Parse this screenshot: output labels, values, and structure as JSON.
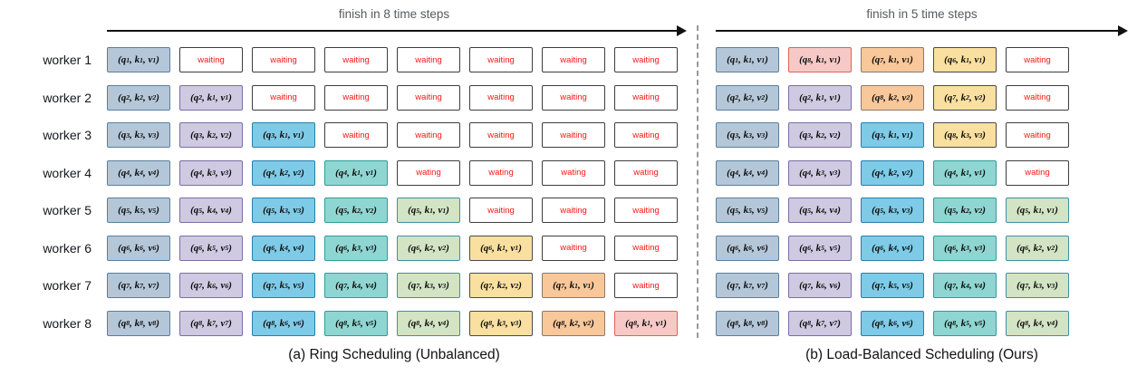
{
  "panels": [
    {
      "id": "ring",
      "header": "finish in 8 time steps",
      "caption": "(a) Ring Scheduling (Unbalanced)",
      "columns": 8,
      "rows": [
        {
          "worker": "worker 1",
          "cells": [
            {
              "text": "(q1, k1, v1)",
              "q": 1,
              "k": 1,
              "v": 1,
              "step": 1,
              "waiting": false
            },
            {
              "text": "waiting",
              "step": 0,
              "waiting": true
            },
            {
              "text": "waiting",
              "step": 0,
              "waiting": true
            },
            {
              "text": "waiting",
              "step": 0,
              "waiting": true
            },
            {
              "text": "waiting",
              "step": 0,
              "waiting": true
            },
            {
              "text": "waiting",
              "step": 0,
              "waiting": true
            },
            {
              "text": "waiting",
              "step": 0,
              "waiting": true
            },
            {
              "text": "waiting",
              "step": 0,
              "waiting": true
            }
          ]
        },
        {
          "worker": "worker 2",
          "cells": [
            {
              "text": "(q2, k2, v2)",
              "q": 2,
              "k": 2,
              "v": 2,
              "step": 1,
              "waiting": false
            },
            {
              "text": "(q2, k1, v1)",
              "q": 2,
              "k": 1,
              "v": 1,
              "step": 2,
              "waiting": false
            },
            {
              "text": "waiting",
              "step": 0,
              "waiting": true
            },
            {
              "text": "waiting",
              "step": 0,
              "waiting": true
            },
            {
              "text": "waiting",
              "step": 0,
              "waiting": true
            },
            {
              "text": "waiting",
              "step": 0,
              "waiting": true
            },
            {
              "text": "waiting",
              "step": 0,
              "waiting": true
            },
            {
              "text": "waiting",
              "step": 0,
              "waiting": true
            }
          ]
        },
        {
          "worker": "worker 3",
          "cells": [
            {
              "text": "(q3, k3, v3)",
              "q": 3,
              "k": 3,
              "v": 3,
              "step": 1,
              "waiting": false
            },
            {
              "text": "(q3, k2, v2)",
              "q": 3,
              "k": 2,
              "v": 2,
              "step": 2,
              "waiting": false
            },
            {
              "text": "(q3, k1, v1)",
              "q": 3,
              "k": 1,
              "v": 1,
              "step": 3,
              "waiting": false
            },
            {
              "text": "waiting",
              "step": 0,
              "waiting": true
            },
            {
              "text": "waiting",
              "step": 0,
              "waiting": true
            },
            {
              "text": "waiting",
              "step": 0,
              "waiting": true
            },
            {
              "text": "waiting",
              "step": 0,
              "waiting": true
            },
            {
              "text": "waiting",
              "step": 0,
              "waiting": true
            }
          ]
        },
        {
          "worker": "worker 4",
          "cells": [
            {
              "text": "(q4, k4, v4)",
              "q": 4,
              "k": 4,
              "v": 4,
              "step": 1,
              "waiting": false
            },
            {
              "text": "(q4, k3, v3)",
              "q": 4,
              "k": 3,
              "v": 3,
              "step": 2,
              "waiting": false
            },
            {
              "text": "(q4, k2, v2)",
              "q": 4,
              "k": 2,
              "v": 2,
              "step": 3,
              "waiting": false
            },
            {
              "text": "(q4, k1, v1)",
              "q": 4,
              "k": 1,
              "v": 1,
              "step": 4,
              "waiting": false
            },
            {
              "text": "wating",
              "step": 0,
              "waiting": true
            },
            {
              "text": "wating",
              "step": 0,
              "waiting": true
            },
            {
              "text": "wating",
              "step": 0,
              "waiting": true
            },
            {
              "text": "wating",
              "step": 0,
              "waiting": true
            }
          ]
        },
        {
          "worker": "worker 5",
          "cells": [
            {
              "text": "(q5, k5, v5)",
              "q": 5,
              "k": 5,
              "v": 5,
              "step": 1,
              "waiting": false
            },
            {
              "text": "(q5, k4, v4)",
              "q": 5,
              "k": 4,
              "v": 4,
              "step": 2,
              "waiting": false
            },
            {
              "text": "(q5, k3, v3)",
              "q": 5,
              "k": 3,
              "v": 3,
              "step": 3,
              "waiting": false
            },
            {
              "text": "(q5, k2, v2)",
              "q": 5,
              "k": 2,
              "v": 2,
              "step": 4,
              "waiting": false
            },
            {
              "text": "(q5, k1, v1)",
              "q": 5,
              "k": 1,
              "v": 1,
              "step": 5,
              "waiting": false
            },
            {
              "text": "waiting",
              "step": 0,
              "waiting": true
            },
            {
              "text": "waiting",
              "step": 0,
              "waiting": true
            },
            {
              "text": "waiting",
              "step": 0,
              "waiting": true
            }
          ]
        },
        {
          "worker": "worker 6",
          "cells": [
            {
              "text": "(q6, k6, v6)",
              "q": 6,
              "k": 6,
              "v": 6,
              "step": 1,
              "waiting": false
            },
            {
              "text": "(q6, k5, v5)",
              "q": 6,
              "k": 5,
              "v": 5,
              "step": 2,
              "waiting": false
            },
            {
              "text": "(q6, k4, v4)",
              "q": 6,
              "k": 4,
              "v": 4,
              "step": 3,
              "waiting": false
            },
            {
              "text": "(q6, k3, v3)",
              "q": 6,
              "k": 3,
              "v": 3,
              "step": 4,
              "waiting": false
            },
            {
              "text": "(q6, k2, v2)",
              "q": 6,
              "k": 2,
              "v": 2,
              "step": 5,
              "waiting": false
            },
            {
              "text": "(q6, k1, v1)",
              "q": 6,
              "k": 1,
              "v": 1,
              "step": 6,
              "waiting": false
            },
            {
              "text": "waiting",
              "step": 0,
              "waiting": true
            },
            {
              "text": "waiting",
              "step": 0,
              "waiting": true
            }
          ]
        },
        {
          "worker": "worker 7",
          "cells": [
            {
              "text": "(q7, k7, v7)",
              "q": 7,
              "k": 7,
              "v": 7,
              "step": 1,
              "waiting": false
            },
            {
              "text": "(q7, k6, v6)",
              "q": 7,
              "k": 6,
              "v": 6,
              "step": 2,
              "waiting": false
            },
            {
              "text": "(q7, k5, v5)",
              "q": 7,
              "k": 5,
              "v": 5,
              "step": 3,
              "waiting": false
            },
            {
              "text": "(q7, k4, v4)",
              "q": 7,
              "k": 4,
              "v": 4,
              "step": 4,
              "waiting": false
            },
            {
              "text": "(q7, k3, v3)",
              "q": 7,
              "k": 3,
              "v": 3,
              "step": 5,
              "waiting": false
            },
            {
              "text": "(q7, k2, v2)",
              "q": 7,
              "k": 2,
              "v": 2,
              "step": 6,
              "waiting": false
            },
            {
              "text": "(q7, k1, v1)",
              "q": 7,
              "k": 1,
              "v": 1,
              "step": 7,
              "waiting": false
            },
            {
              "text": "waiting",
              "step": 0,
              "waiting": true
            }
          ]
        },
        {
          "worker": "worker 8",
          "cells": [
            {
              "text": "(q8, k8, v8)",
              "q": 8,
              "k": 8,
              "v": 8,
              "step": 1,
              "waiting": false
            },
            {
              "text": "(q8, k7, v7)",
              "q": 8,
              "k": 7,
              "v": 7,
              "step": 2,
              "waiting": false
            },
            {
              "text": "(q8, k6, v6)",
              "q": 8,
              "k": 6,
              "v": 6,
              "step": 3,
              "waiting": false
            },
            {
              "text": "(q8, k5, v5)",
              "q": 8,
              "k": 5,
              "v": 5,
              "step": 4,
              "waiting": false
            },
            {
              "text": "(q8, k4, v4)",
              "q": 8,
              "k": 4,
              "v": 4,
              "step": 5,
              "waiting": false
            },
            {
              "text": "(q8, k3, v3)",
              "q": 8,
              "k": 3,
              "v": 3,
              "step": 6,
              "waiting": false
            },
            {
              "text": "(q8, k2, v2)",
              "q": 8,
              "k": 2,
              "v": 2,
              "step": 7,
              "waiting": false
            },
            {
              "text": "(q8, k1, v1)",
              "q": 8,
              "k": 1,
              "v": 1,
              "step": 8,
              "waiting": false
            }
          ]
        }
      ]
    },
    {
      "id": "load-balanced",
      "header": "finish in 5 time steps",
      "caption": "(b) Load-Balanced Scheduling (Ours)",
      "columns": 5,
      "rows": [
        {
          "worker": "worker 1",
          "cells": [
            {
              "text": "(q1, k1, v1)",
              "q": 1,
              "k": 1,
              "v": 1,
              "step": 1,
              "waiting": false
            },
            {
              "text": "(q8, k1, v1)",
              "q": 8,
              "k": 1,
              "v": 1,
              "step": 8,
              "waiting": false
            },
            {
              "text": "(q7, k1, v1)",
              "q": 7,
              "k": 1,
              "v": 1,
              "step": 7,
              "waiting": false
            },
            {
              "text": "(q6, k1, v1)",
              "q": 6,
              "k": 1,
              "v": 1,
              "step": 6,
              "waiting": false
            },
            {
              "text": "waiting",
              "step": 0,
              "waiting": true
            }
          ]
        },
        {
          "worker": "worker 2",
          "cells": [
            {
              "text": "(q2, k2, v2)",
              "q": 2,
              "k": 2,
              "v": 2,
              "step": 1,
              "waiting": false
            },
            {
              "text": "(q2, k1, v1)",
              "q": 2,
              "k": 1,
              "v": 1,
              "step": 2,
              "waiting": false
            },
            {
              "text": "(q8, k2, v2)",
              "q": 8,
              "k": 2,
              "v": 2,
              "step": 7,
              "waiting": false
            },
            {
              "text": "(q7, k2, v2)",
              "q": 7,
              "k": 2,
              "v": 2,
              "step": 6,
              "waiting": false
            },
            {
              "text": "waiting",
              "step": 0,
              "waiting": true
            }
          ]
        },
        {
          "worker": "worker 3",
          "cells": [
            {
              "text": "(q3, k3, v3)",
              "q": 3,
              "k": 3,
              "v": 3,
              "step": 1,
              "waiting": false
            },
            {
              "text": "(q3, k2, v2)",
              "q": 3,
              "k": 2,
              "v": 2,
              "step": 2,
              "waiting": false
            },
            {
              "text": "(q3, k1, v1)",
              "q": 3,
              "k": 1,
              "v": 1,
              "step": 3,
              "waiting": false
            },
            {
              "text": "(q8, k3, v3)",
              "q": 8,
              "k": 3,
              "v": 3,
              "step": 6,
              "waiting": false
            },
            {
              "text": "waiting",
              "step": 0,
              "waiting": true
            }
          ]
        },
        {
          "worker": "worker 4",
          "cells": [
            {
              "text": "(q4, k4, v4)",
              "q": 4,
              "k": 4,
              "v": 4,
              "step": 1,
              "waiting": false
            },
            {
              "text": "(q4, k3, v3)",
              "q": 4,
              "k": 3,
              "v": 3,
              "step": 2,
              "waiting": false
            },
            {
              "text": "(q4, k2, v2)",
              "q": 4,
              "k": 2,
              "v": 2,
              "step": 3,
              "waiting": false
            },
            {
              "text": "(q4, k1, v1)",
              "q": 4,
              "k": 1,
              "v": 1,
              "step": 4,
              "waiting": false
            },
            {
              "text": "wating",
              "step": 0,
              "waiting": true
            }
          ]
        },
        {
          "worker": "worker 5",
          "cells": [
            {
              "text": "(q5, k5, v5)",
              "q": 5,
              "k": 5,
              "v": 5,
              "step": 1,
              "waiting": false
            },
            {
              "text": "(q5, k4, v4)",
              "q": 5,
              "k": 4,
              "v": 4,
              "step": 2,
              "waiting": false
            },
            {
              "text": "(q5, k3, v3)",
              "q": 5,
              "k": 3,
              "v": 3,
              "step": 3,
              "waiting": false
            },
            {
              "text": "(q5, k2, v2)",
              "q": 5,
              "k": 2,
              "v": 2,
              "step": 4,
              "waiting": false
            },
            {
              "text": "(q5, k1, v1)",
              "q": 5,
              "k": 1,
              "v": 1,
              "step": 5,
              "waiting": false
            }
          ]
        },
        {
          "worker": "worker 6",
          "cells": [
            {
              "text": "(q6, k6, v6)",
              "q": 6,
              "k": 6,
              "v": 6,
              "step": 1,
              "waiting": false
            },
            {
              "text": "(q6, k5, v5)",
              "q": 6,
              "k": 5,
              "v": 5,
              "step": 2,
              "waiting": false
            },
            {
              "text": "(q6, k4, v4)",
              "q": 6,
              "k": 4,
              "v": 4,
              "step": 3,
              "waiting": false
            },
            {
              "text": "(q6, k3, v3)",
              "q": 6,
              "k": 3,
              "v": 3,
              "step": 4,
              "waiting": false
            },
            {
              "text": "(q6, k2, v2)",
              "q": 6,
              "k": 2,
              "v": 2,
              "step": 5,
              "waiting": false
            }
          ]
        },
        {
          "worker": "worker 7",
          "cells": [
            {
              "text": "(q7, k7, v7)",
              "q": 7,
              "k": 7,
              "v": 7,
              "step": 1,
              "waiting": false
            },
            {
              "text": "(q7, k6, v6)",
              "q": 7,
              "k": 6,
              "v": 6,
              "step": 2,
              "waiting": false
            },
            {
              "text": "(q7, k5, v5)",
              "q": 7,
              "k": 5,
              "v": 5,
              "step": 3,
              "waiting": false
            },
            {
              "text": "(q7, k4, v4)",
              "q": 7,
              "k": 4,
              "v": 4,
              "step": 4,
              "waiting": false
            },
            {
              "text": "(q7, k3, v3)",
              "q": 7,
              "k": 3,
              "v": 3,
              "step": 5,
              "waiting": false
            }
          ]
        },
        {
          "worker": "worker 8",
          "cells": [
            {
              "text": "(q8, k8, v8)",
              "q": 8,
              "k": 8,
              "v": 8,
              "step": 1,
              "waiting": false
            },
            {
              "text": "(q8, k7, v7)",
              "q": 8,
              "k": 7,
              "v": 7,
              "step": 2,
              "waiting": false
            },
            {
              "text": "(q8, k6, v6)",
              "q": 8,
              "k": 6,
              "v": 6,
              "step": 3,
              "waiting": false
            },
            {
              "text": "(q8, k5, v5)",
              "q": 8,
              "k": 5,
              "v": 5,
              "step": 4,
              "waiting": false
            },
            {
              "text": "(q8, k4, v4)",
              "q": 8,
              "k": 4,
              "v": 4,
              "step": 5,
              "waiting": false
            }
          ]
        }
      ]
    }
  ],
  "step_colors": {
    "1": "#b4c7d9",
    "2": "#cfc9e2",
    "3": "#7ecbe8",
    "4": "#8fd6d2",
    "5": "#d3e4c4",
    "6": "#fae0a0",
    "7": "#f8c79a",
    "8": "#f6c9c6"
  },
  "waiting_text_color": "#fb1616",
  "header_text_color": "#555b60",
  "divider_color": "#9a9a9a"
}
